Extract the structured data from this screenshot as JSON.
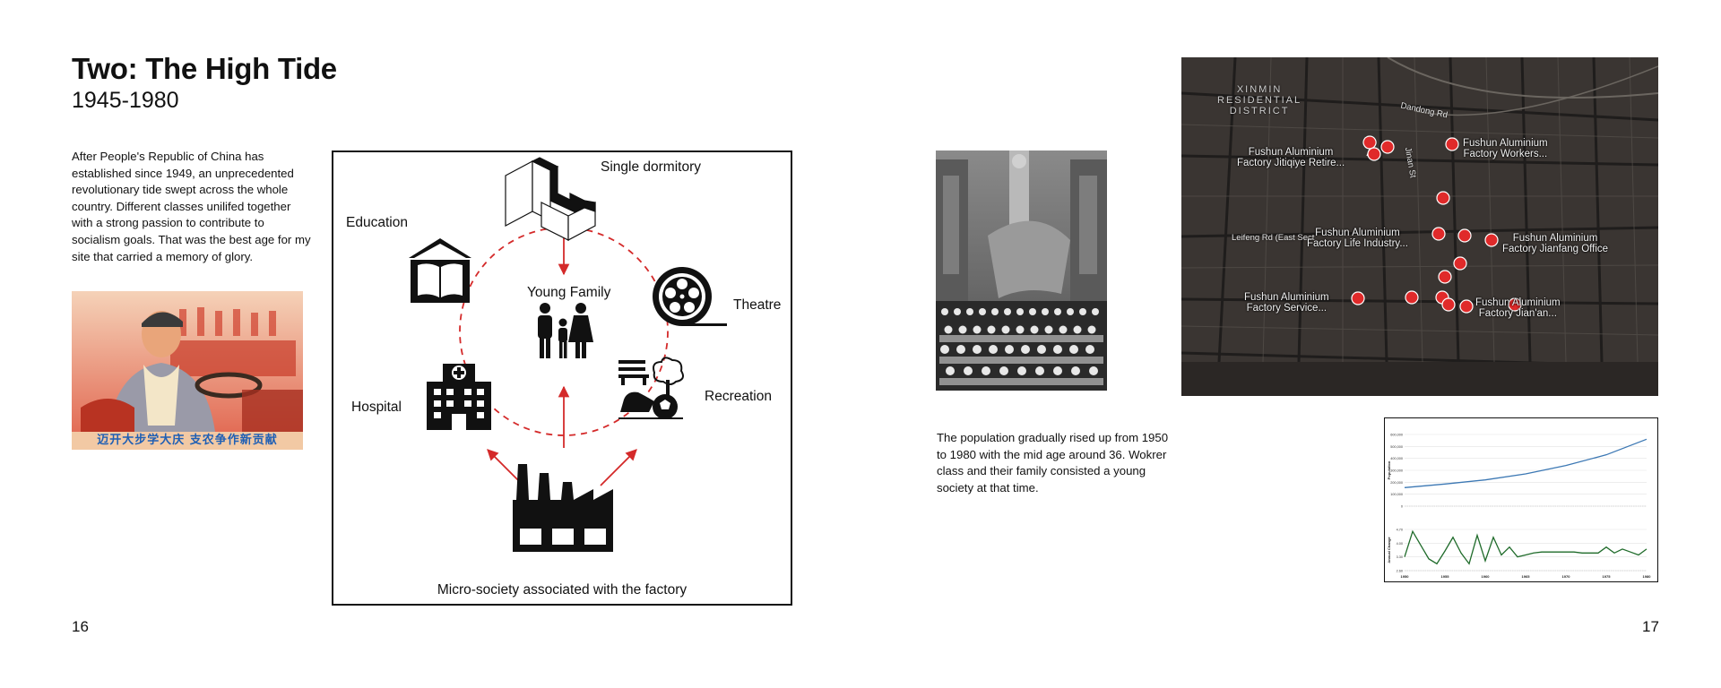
{
  "left_page": {
    "title": "Two: The High Tide",
    "subtitle": "1945-1980",
    "intro": "After People's Republic of China has established since 1949, an unprecedented revolutionary tide swept across the whole country. Different classes unilifed together with a strong passion to contribute to socialism goals. That was the best age for my site that carried a memory of glory.",
    "poster_slogan": "迈开大步学大庆 支农争作新贡献",
    "page_number": "16"
  },
  "diagram": {
    "caption": "Micro-society associated with the factory",
    "center_label": "Young Family",
    "nodes": [
      {
        "name": "dormitory",
        "label": "Single dormitory",
        "icon": "dormitory-building-icon"
      },
      {
        "name": "education",
        "label": "Education",
        "icon": "book-school-icon"
      },
      {
        "name": "theatre",
        "label": "Theatre",
        "icon": "film-reel-icon"
      },
      {
        "name": "hospital",
        "label": "Hospital",
        "icon": "hospital-icon"
      },
      {
        "name": "recreation",
        "label": "Recreation",
        "icon": "park-bench-tree-icon"
      }
    ],
    "factory_icon": "factory-icon",
    "family_icon": "family-icon",
    "accent_color": "#d42a2a"
  },
  "right_page": {
    "caption": "The population gradually rised up from 1950 to 1980 with the mid age around 36. Wokrer class and their family consisted a young society at that time.",
    "page_number": "17"
  },
  "map": {
    "district": [
      "XINMIN",
      "RESIDENTIAL",
      "DISTRICT"
    ],
    "roads": [
      "Dandong Rd",
      "Leifeng Rd (East Sect",
      "Jinan St"
    ],
    "places": [
      {
        "name": "jitiqiye",
        "lines": [
          "Fushun Aluminium",
          "Factory Jitiqiye Retire..."
        ]
      },
      {
        "name": "workers",
        "lines": [
          "Fushun Aluminium",
          "Factory Workers..."
        ]
      },
      {
        "name": "life-industry",
        "lines": [
          "Fushun Aluminium",
          "Factory Life Industry..."
        ]
      },
      {
        "name": "jianfang",
        "lines": [
          "Fushun Aluminium",
          "Factory Jianfang Office"
        ]
      },
      {
        "name": "service",
        "lines": [
          "Fushun Aluminium",
          "Factory Service..."
        ]
      },
      {
        "name": "jianan",
        "lines": [
          "Fushun Aluminium",
          "Factory Jian'an..."
        ]
      }
    ],
    "pin_color": "#e02a2a"
  },
  "chart_data": [
    {
      "type": "line",
      "title": "",
      "xlabel": "",
      "ylabel": "Population",
      "x": [
        1950,
        1955,
        1960,
        1965,
        1970,
        1975,
        1980
      ],
      "xticks": [
        "1950",
        "1955",
        "1960",
        "1965",
        "1970",
        "1975",
        "1980"
      ],
      "yticks": [
        "0",
        "100,000",
        "200,000",
        "300,000",
        "400,000",
        "500,000",
        "600,000"
      ],
      "ylim": [
        0,
        600000
      ],
      "series": [
        {
          "values": [
            155000,
            185000,
            220000,
            270000,
            340000,
            430000,
            560000
          ]
        }
      ],
      "color": "#3c78b4",
      "grid": true
    },
    {
      "type": "line",
      "title": "",
      "xlabel": "",
      "ylabel": "Annual Change",
      "x": [
        1950,
        1951,
        1952,
        1953,
        1954,
        1955,
        1956,
        1957,
        1958,
        1959,
        1960,
        1961,
        1962,
        1963,
        1964,
        1965,
        1966,
        1967,
        1968,
        1969,
        1970,
        1971,
        1972,
        1973,
        1974,
        1975,
        1976,
        1977,
        1978,
        1979,
        1980
      ],
      "xticks": [
        "1950",
        "1955",
        "1960",
        "1965",
        "1970",
        "1975",
        "1980"
      ],
      "yticks": [
        "2.60",
        "3.30",
        "4.00",
        "4.70"
      ],
      "ylim": [
        2.6,
        4.7
      ],
      "series": [
        {
          "values": [
            3.3,
            4.6,
            3.9,
            3.2,
            2.95,
            3.6,
            4.3,
            3.5,
            2.95,
            4.4,
            3.1,
            4.3,
            3.4,
            3.8,
            3.3,
            3.4,
            3.5,
            3.55,
            3.55,
            3.55,
            3.55,
            3.55,
            3.5,
            3.5,
            3.5,
            3.8,
            3.5,
            3.7,
            3.55,
            3.4,
            3.7
          ]
        }
      ],
      "color": "#1f6b2a",
      "grid": true
    }
  ]
}
